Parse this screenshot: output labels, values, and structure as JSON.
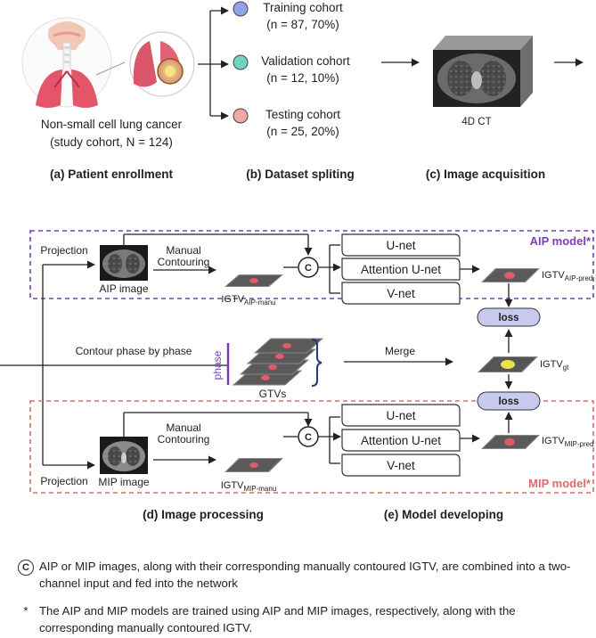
{
  "top": {
    "cohort_title": "Non-small cell lung cancer",
    "cohort_sub": "(study cohort, N = 124)",
    "training_label": "Training cohort",
    "training_n": "(n = 87, 70%)",
    "validation_label": "Validation cohort",
    "validation_n": "(n = 12, 10%)",
    "testing_label": "Testing cohort",
    "testing_n": "(n = 25, 20%)",
    "ct_label": "4D CT",
    "stage_a": "(a) Patient enrollment",
    "stage_b": "(b) Dataset spliting",
    "stage_c": "(c) Image acquisition",
    "dot_colors": {
      "training": "#8fa3e6",
      "validation": "#6fd3c0",
      "testing": "#f2a7a7"
    }
  },
  "middle": {
    "aip_model": "AIP model*",
    "mip_model": "MIP model*",
    "projection": "Projection",
    "manual": "Manual",
    "contouring": "Contouring",
    "aip_image": "AIP image",
    "mip_image": "MIP image",
    "concat_symbol": "C",
    "igtv": "IGTV",
    "sub_aip_manu": "AIP-manu",
    "sub_mip_manu": "MIP-manu",
    "sub_aip_pred": "AIP-pred",
    "sub_mip_pred": "MIP-pred",
    "sub_gt": "gt",
    "unet": "U-net",
    "attention_unet": "Attention U-net",
    "vnet": "V-net",
    "loss": "loss",
    "contour_phase": "Contour phase by phase",
    "phase": "phase",
    "gtvs": "GTVs",
    "merge": "Merge",
    "stage_d": "(d) Image processing",
    "stage_e": "(e) Model developing",
    "colors": {
      "aip_box": "#7a3fb0",
      "mip_box": "#e06a6a",
      "loss_fill": "#c7c9ef",
      "phase": "#7a3fb0"
    }
  },
  "footnotes": {
    "concat_symbol": "C",
    "concat_text": "AIP or MIP images, along with their corresponding manually contoured IGTV, are combined into a two-channel input and fed into the network",
    "star_symbol": "*",
    "star_text": "The AIP and MIP models are trained using AIP and MIP images, respectively, along with the corresponding manually contoured IGTV."
  }
}
